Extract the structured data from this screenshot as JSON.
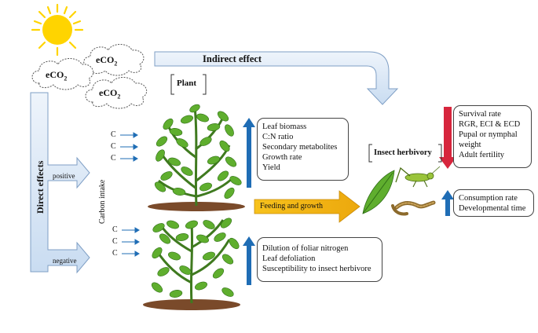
{
  "clouds": {
    "label": "eCO",
    "subscript": "2"
  },
  "indirect_effect": "Indirect effect",
  "direct_effects": "Direct effects",
  "positive": "positive",
  "negative": "negative",
  "plant": "Plant",
  "carbon_intake": "Carbon intake",
  "carbon_symbol": "C",
  "upper_box": [
    "Leaf biomass",
    "C:N ratio",
    "Secondary metabolites",
    "Growth rate",
    "Yield"
  ],
  "lower_box": [
    "Dilution of foliar nitrogen",
    "Leaf defoliation",
    "Susceptibility to insect herbivore"
  ],
  "feeding_and_growth": "Feeding and growth",
  "insect_herbivory": "Insect herbivory",
  "decrease_list": [
    "Survival rate",
    "RGR, ECI & ECD",
    "Pupal or nymphal",
    "weight",
    "Adult fertility"
  ],
  "increase_list": [
    "Consumption rate",
    "Developmental time"
  ],
  "colors": {
    "up_arrow": "#1f6db5",
    "down_arrow": "#d7263d",
    "feed_arrow": "#f0b013",
    "effect_arrow": "#dbe8f6",
    "arrow_stroke": "#7f9fc5",
    "leaf": "#5fae2e",
    "sun": "#ffd400"
  }
}
